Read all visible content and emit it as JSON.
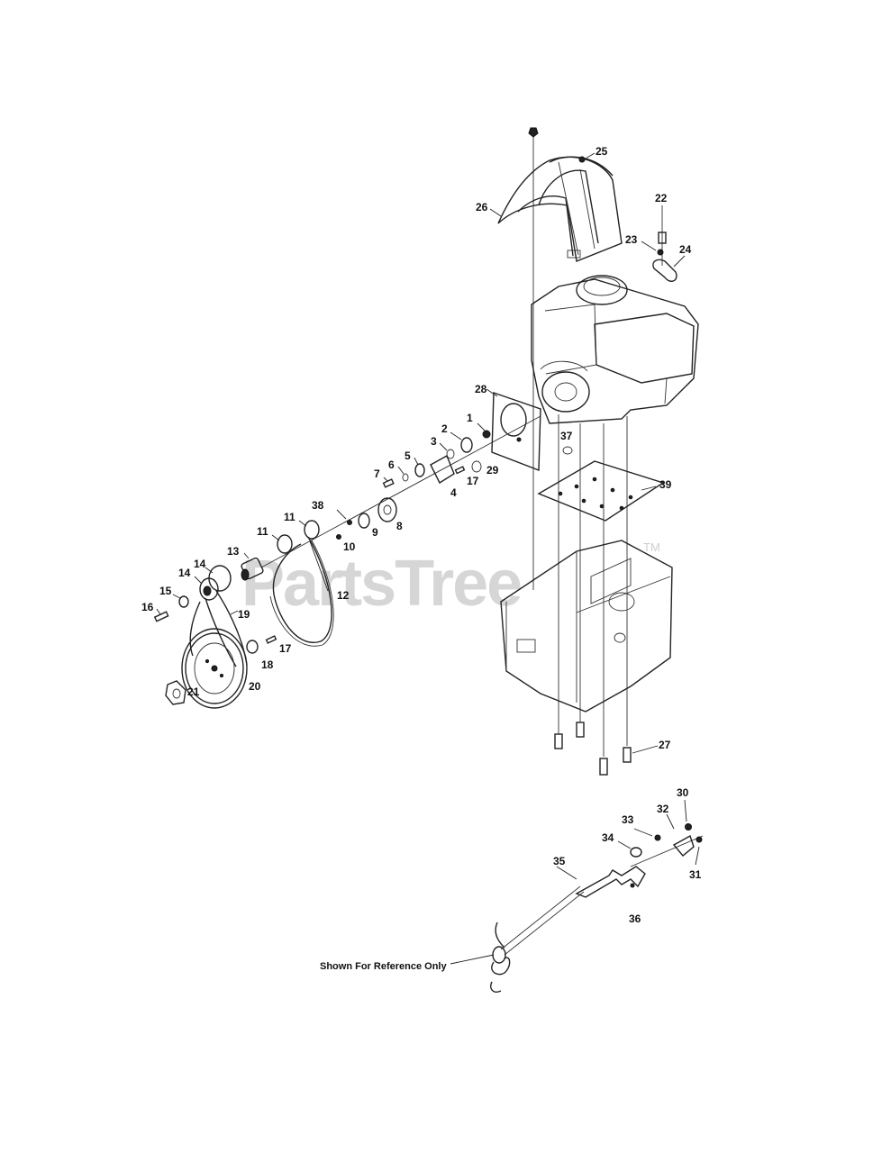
{
  "watermark": {
    "brand": "PartsTree",
    "trademark": "TM"
  },
  "reference_note": "Shown For Reference Only",
  "labels": [
    {
      "id": "1",
      "text": "1"
    },
    {
      "id": "2",
      "text": "2"
    },
    {
      "id": "3",
      "text": "3"
    },
    {
      "id": "4",
      "text": "4"
    },
    {
      "id": "5",
      "text": "5"
    },
    {
      "id": "6",
      "text": "6"
    },
    {
      "id": "7",
      "text": "7"
    },
    {
      "id": "8",
      "text": "8"
    },
    {
      "id": "9",
      "text": "9"
    },
    {
      "id": "10",
      "text": "10"
    },
    {
      "id": "11a",
      "text": "11"
    },
    {
      "id": "11b",
      "text": "11"
    },
    {
      "id": "12",
      "text": "12"
    },
    {
      "id": "13",
      "text": "13"
    },
    {
      "id": "14a",
      "text": "14"
    },
    {
      "id": "14b",
      "text": "14"
    },
    {
      "id": "15",
      "text": "15"
    },
    {
      "id": "16",
      "text": "16"
    },
    {
      "id": "17a",
      "text": "17"
    },
    {
      "id": "17b",
      "text": "17"
    },
    {
      "id": "18",
      "text": "18"
    },
    {
      "id": "19",
      "text": "19"
    },
    {
      "id": "20",
      "text": "20"
    },
    {
      "id": "21",
      "text": "21"
    },
    {
      "id": "22",
      "text": "22"
    },
    {
      "id": "23",
      "text": "23"
    },
    {
      "id": "24",
      "text": "24"
    },
    {
      "id": "25",
      "text": "25"
    },
    {
      "id": "26",
      "text": "26"
    },
    {
      "id": "27",
      "text": "27"
    },
    {
      "id": "28",
      "text": "28"
    },
    {
      "id": "29",
      "text": "29"
    },
    {
      "id": "30",
      "text": "30"
    },
    {
      "id": "31",
      "text": "31"
    },
    {
      "id": "32",
      "text": "32"
    },
    {
      "id": "33",
      "text": "33"
    },
    {
      "id": "34",
      "text": "34"
    },
    {
      "id": "35",
      "text": "35"
    },
    {
      "id": "36",
      "text": "36"
    },
    {
      "id": "37",
      "text": "37"
    },
    {
      "id": "38",
      "text": "38"
    },
    {
      "id": "39",
      "text": "39"
    }
  ]
}
